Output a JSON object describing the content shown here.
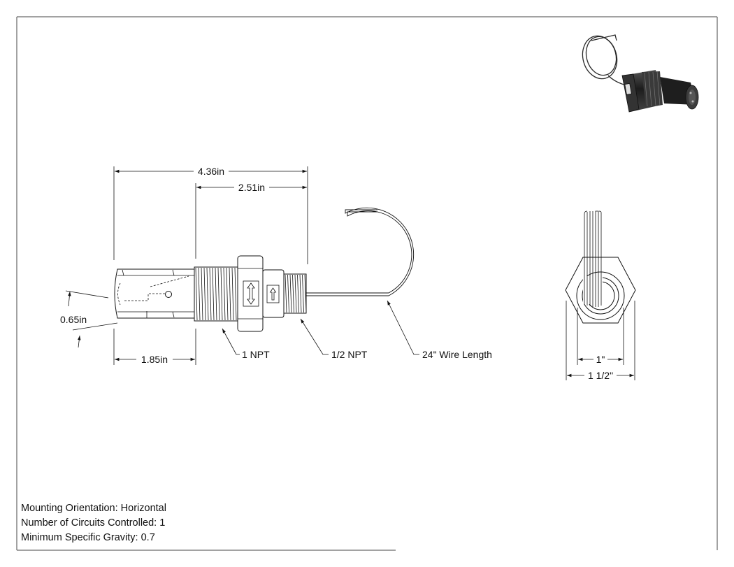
{
  "dimensions": {
    "overall_length": "4.36in",
    "thread_to_end": "2.51in",
    "float_length": "1.85in",
    "float_diameter": "0.65in",
    "end_view_inner": "1\"",
    "end_view_hex": "1 1/2\""
  },
  "callouts": {
    "large_thread": "1 NPT",
    "small_thread": "1/2 NPT",
    "wire": "24\" Wire Length"
  },
  "notes": {
    "mounting": "Mounting Orientation: Horizontal",
    "circuits": "Number of Circuits Controlled: 1",
    "gravity": "Minimum Specific Gravity: 0.7"
  },
  "colors": {
    "line": "#111111",
    "frame": "#444444",
    "render_dark": "#2a2a2a"
  }
}
